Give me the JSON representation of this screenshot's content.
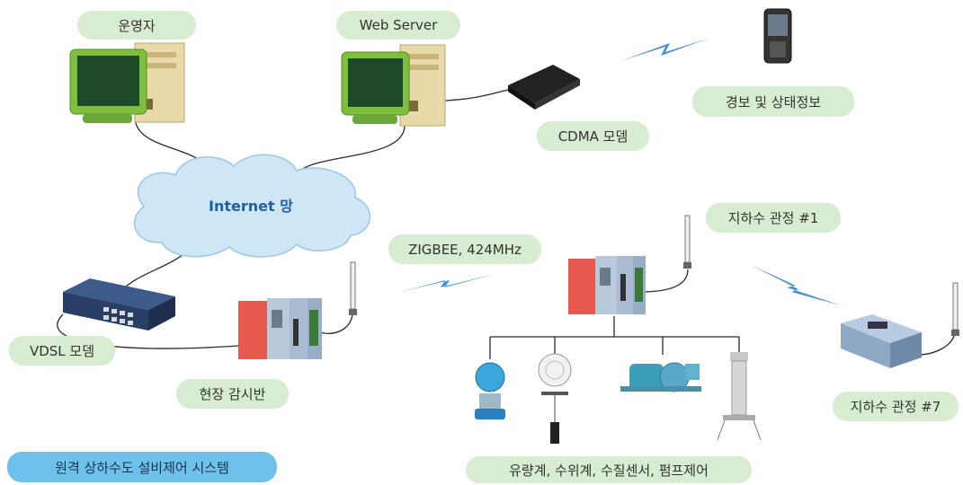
{
  "labels": {
    "operator": "운영자",
    "web_server": "Web Server",
    "cdma_modem": "CDMA 모뎀",
    "alert_status": "경보 및 상태정보",
    "internet": "Internet 망",
    "zigbee": "ZIGBEE, 424MHz",
    "well_1": "지하수 관정 #1",
    "well_7": "지하수 관정 #7",
    "vdsl_modem": "VDSL 모뎀",
    "field_panel": "현장 감시반",
    "sensors": "유량계, 수위계, 수질센서, 펌프제어",
    "system_title": "원격 상하수도 설비제어 시스템"
  },
  "colors": {
    "pill_green": "#d8ecd2",
    "pill_blue": "#6ec1ea",
    "cloud": "#cfe6f7",
    "internet_text": "#1f5fa8",
    "wireless_bolt": "#4a90d9"
  },
  "icons": [
    "computer-icon",
    "server-icon",
    "modem-icon",
    "phone-icon",
    "cloud-icon",
    "switch-icon",
    "plc-icon",
    "antenna-icon",
    "flowmeter-icon",
    "level-gauge-icon",
    "pump-icon",
    "water-quality-sensor-icon",
    "rtu-icon",
    "wireless-bolt-icon"
  ]
}
